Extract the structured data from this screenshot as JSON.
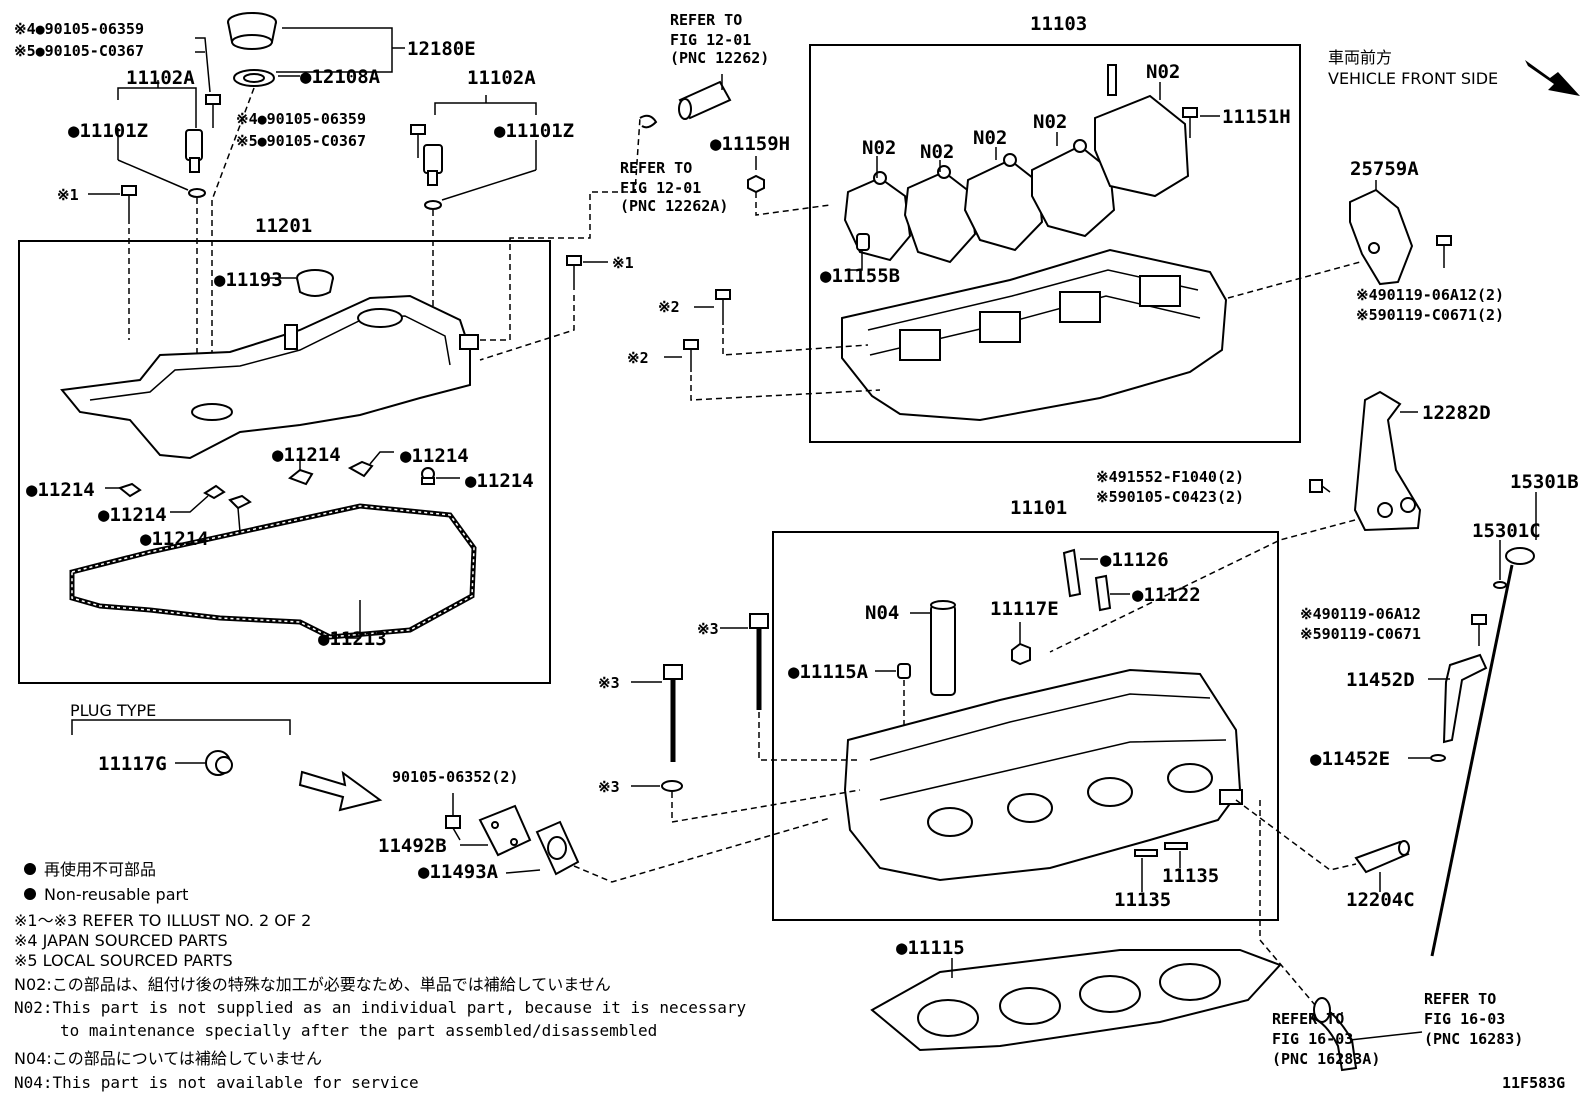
{
  "labels": {
    "l_s4_06359_a": "※4●90105-06359",
    "l_s5_c0367_a": "※5●90105-C0367",
    "l_12180e": "12180E",
    "l_12108a": "●12108A",
    "l_11102a_l": "11102A",
    "l_11101z_l": "●11101Z",
    "l_s4_06359_b": "※4●90105-06359",
    "l_s5_c0367_b": "※5●90105-C0367",
    "l_11102a_r": "11102A",
    "l_11101z_r": "●11101Z",
    "l_s1_a": "※1",
    "l_s1_b": "※1",
    "l_11201": "11201",
    "l_11193": "●11193",
    "l_11214_a": "●11214",
    "l_11214_b": "●11214",
    "l_11214_c": "●11214",
    "l_11214_d": "●11214",
    "l_11214_e": "●11214",
    "l_11214_f": "●11214",
    "l_11213": "●11213",
    "l_11103": "11103",
    "l_n02_a": "N02",
    "l_n02_b": "N02",
    "l_n02_c": "N02",
    "l_n02_d": "N02",
    "l_n02_e": "N02",
    "l_11151h": "11151H",
    "l_11159h": "●11159H",
    "l_11155b": "●11155B",
    "l_s2_a": "※2",
    "l_s2_b": "※2",
    "l_25759a": "25759A",
    "l_s4_06a12_2": "※490119-06A12(2)",
    "l_s5_c0671_2": "※590119-C0671(2)",
    "l_12282d": "12282D",
    "l_s4_f1040": "※491552-F1040(2)",
    "l_s5_c0423": "※590105-C0423(2)",
    "l_15301b": "15301B",
    "l_15301c": "15301C",
    "l_11101": "11101",
    "l_11126": "●11126",
    "l_11122": "●11122",
    "l_n04": "N04",
    "l_11117e": "11117E",
    "l_11115a": "●11115A",
    "l_s3_a": "※3",
    "l_s3_b": "※3",
    "l_s3_c": "※3",
    "l_s4_06a12": "※490119-06A12",
    "l_s5_c0671": "※590119-C0671",
    "l_11452d": "11452D",
    "l_11452e": "●11452E",
    "l_11135_a": "11135",
    "l_11135_b": "11135",
    "l_12204c": "12204C",
    "l_11115": "●11115",
    "l_plug_type": "PLUG TYPE",
    "l_11117g": "11117G",
    "l_90105_06352": "90105-06352(2)",
    "l_11492b": "11492B",
    "l_11493a": "●11493A",
    "l_front_jp": "車両前方",
    "l_front_en": "VEHICLE FRONT SIDE",
    "l_diagram_id": "11F583G"
  },
  "refs": {
    "r1_a": "REFER TO",
    "r1_b": "FIG 12-01",
    "r1_c": "(PNC 12262)",
    "r2_a": "REFER TO",
    "r2_b": "FIG 12-01",
    "r2_c": "(PNC 12262A)",
    "r3_a": "REFER TO",
    "r3_b": "FIG 16-03",
    "r3_c": "(PNC 16283A)",
    "r4_a": "REFER TO",
    "r4_b": "FIG 16-03",
    "r4_c": "(PNC 16283)"
  },
  "notes": {
    "legend_jp": "再使用不可部品",
    "legend_en": "Non-reusable part",
    "n1": "※1～※3  REFER TO ILLUST NO. 2 OF 2",
    "n4": "※4 JAPAN SOURCED PARTS",
    "n5": "※5 LOCAL SOURCED PARTS",
    "n02_jp": "N02:この部品は、組付け後の特殊な加工が必要なため、単品では補給していません",
    "n02_en1": "N02:This part is not supplied as an individual part, because it is necessary",
    "n02_en2": "to maintenance specially after the part assembled/disassembled",
    "n04_jp": "N04:この部品については補給していません",
    "n04_en": "N04:This part is not available for service"
  }
}
